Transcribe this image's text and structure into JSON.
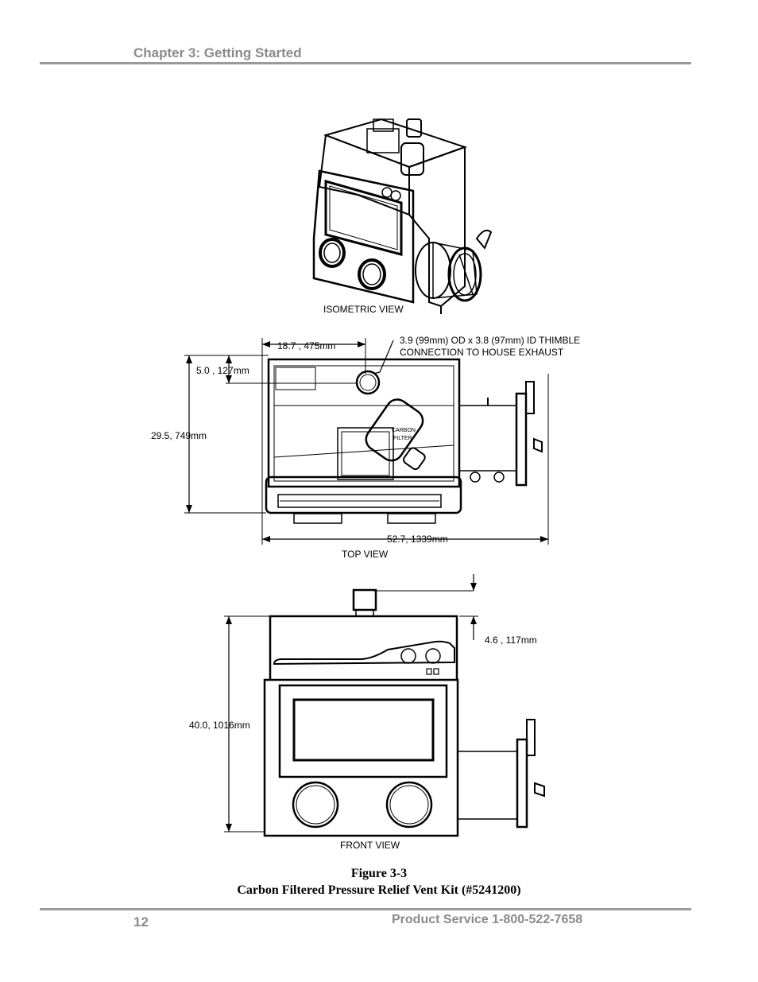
{
  "header": {
    "chapter": "Chapter 3: Getting Started"
  },
  "figure": {
    "isometric_label": "ISOMETRIC VIEW",
    "top_view_label": "TOP VIEW",
    "front_view_label": "FRONT VIEW",
    "dim_width_top": "18.7 , 475mm",
    "dim_thimble_line1": "3.9 (99mm) OD x 3.8 (97mm) ID THIMBLE",
    "dim_thimble_line2": "CONNECTION TO HOUSE EXHAUST",
    "dim_depth_small": "5.0 , 127mm",
    "dim_depth": "29.5, 749mm",
    "dim_total_width": "52.7, 1339mm",
    "dim_top_offset": "4.6 , 117mm",
    "dim_height": "40.0, 1016mm",
    "carbon_line1": "CARBON",
    "carbon_line2": "FILTER",
    "caption_number": "Figure 3-3",
    "caption_title": "Carbon Filtered Pressure Relief Vent Kit (#5241200)"
  },
  "footer": {
    "page_number": "12",
    "service": "Product Service 1-800-522-7658"
  }
}
